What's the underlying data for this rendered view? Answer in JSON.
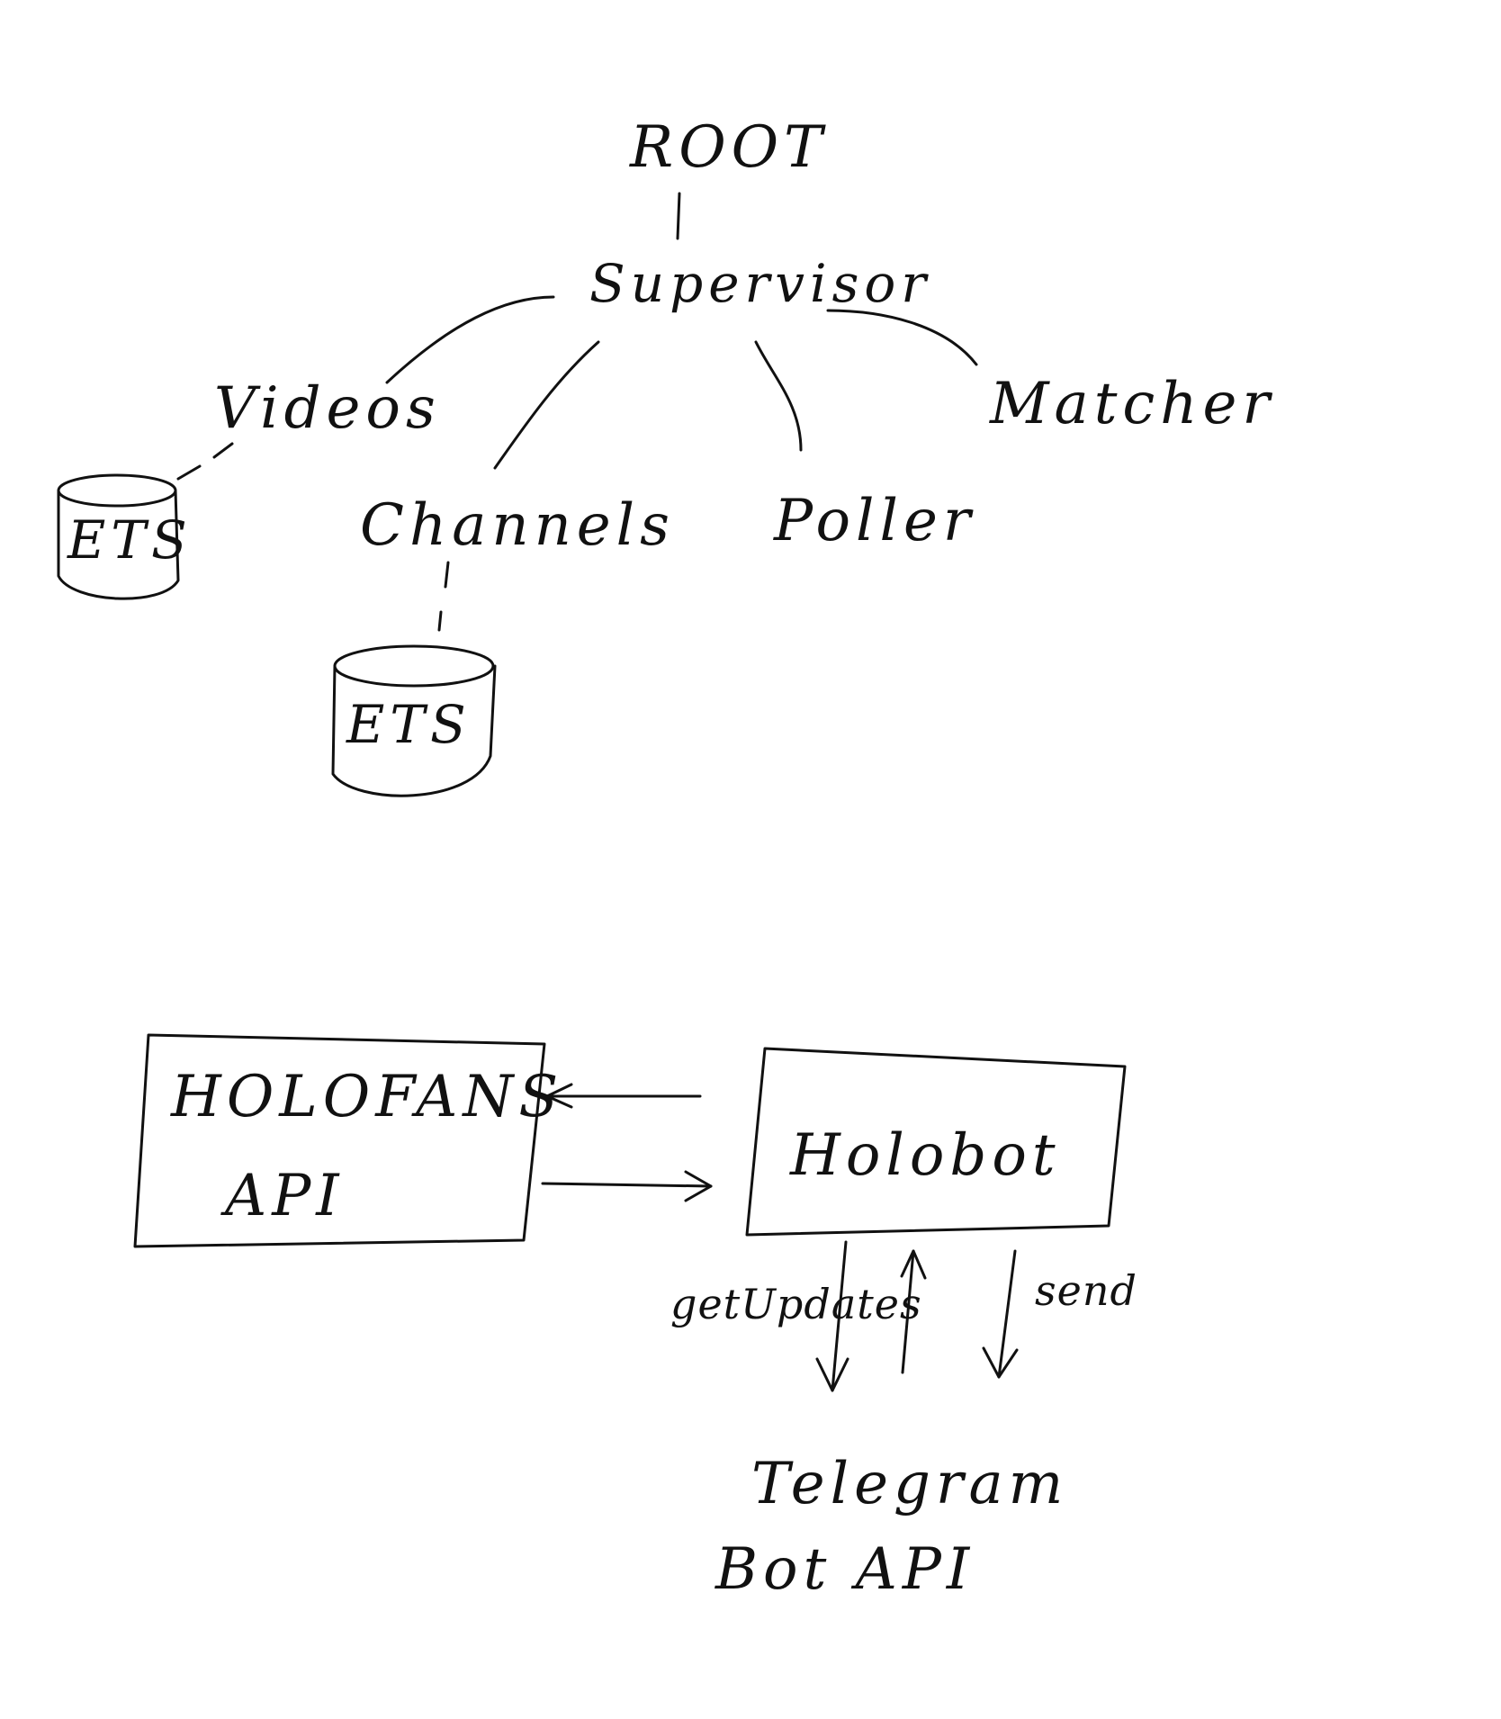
{
  "tree": {
    "root": "ROOT",
    "supervisor": "Supervisor",
    "children": {
      "videos": "Videos",
      "channels": "Channels",
      "poller": "Poller",
      "matcher": "Matcher"
    },
    "stores": {
      "videos_store": "ETS",
      "channels_store": "ETS"
    }
  },
  "flow": {
    "holofans_line1": "HOLOFANS",
    "holofans_line2": "API",
    "holobot": "Holobot",
    "get_updates": "getUpdates",
    "send": "send",
    "telegram_line1": "Telegram",
    "telegram_line2": "Bot API"
  }
}
